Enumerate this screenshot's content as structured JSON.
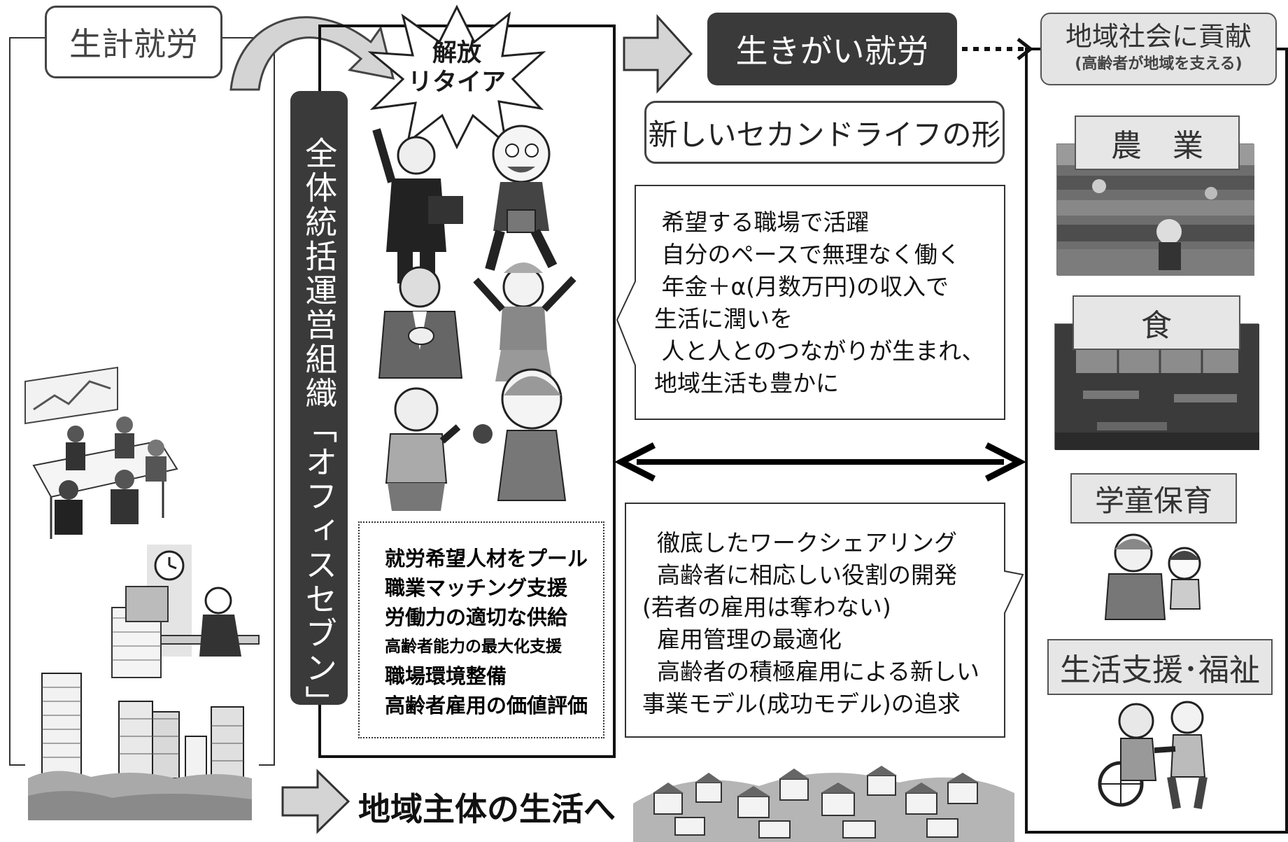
{
  "left": {
    "label": "生計就労"
  },
  "center": {
    "burst_line1": "解放",
    "burst_line2": "リタイア",
    "org_label": "全体統括運営組織「オフィスセブン」",
    "functions": [
      "就労希望人材をプール",
      "職業マッチング支援",
      "労働力の適切な供給",
      "高齢者能力の最大化支援",
      "職場環境整備",
      "高齢者雇用の価値評価"
    ]
  },
  "middle": {
    "ikigai_label": "生きがい就労",
    "second_life_label": "新しいセカンドライフの形",
    "benefits_text": " 希望する職場で活躍\n 自分のペースで無理なく働く\n 年金＋α(月数万円)の収入で\n生活に潤いを\n 人と人とのつながりが生まれ、\n地域生活も豊かに",
    "policy_text": "  徹底したワークシェアリング\n  高齢者に相応しい役割の開発\n(若者の雇用は奪わない)\n  雇用管理の最適化\n  高齢者の積極雇用による新しい\n事業モデル(成功モデル)の追求"
  },
  "right": {
    "title": "地域社会に貢献",
    "subtitle": "(高齢者が地域を支える)",
    "areas": [
      "農　業",
      "食",
      "学童保育",
      "生活支援･福祉"
    ]
  },
  "bottom": {
    "label": "地域主体の生活へ"
  },
  "colors": {
    "dark_box": "#3a3a3a",
    "arrow_fill": "#d4d4d4",
    "gray_label": "#e6e6e6"
  }
}
